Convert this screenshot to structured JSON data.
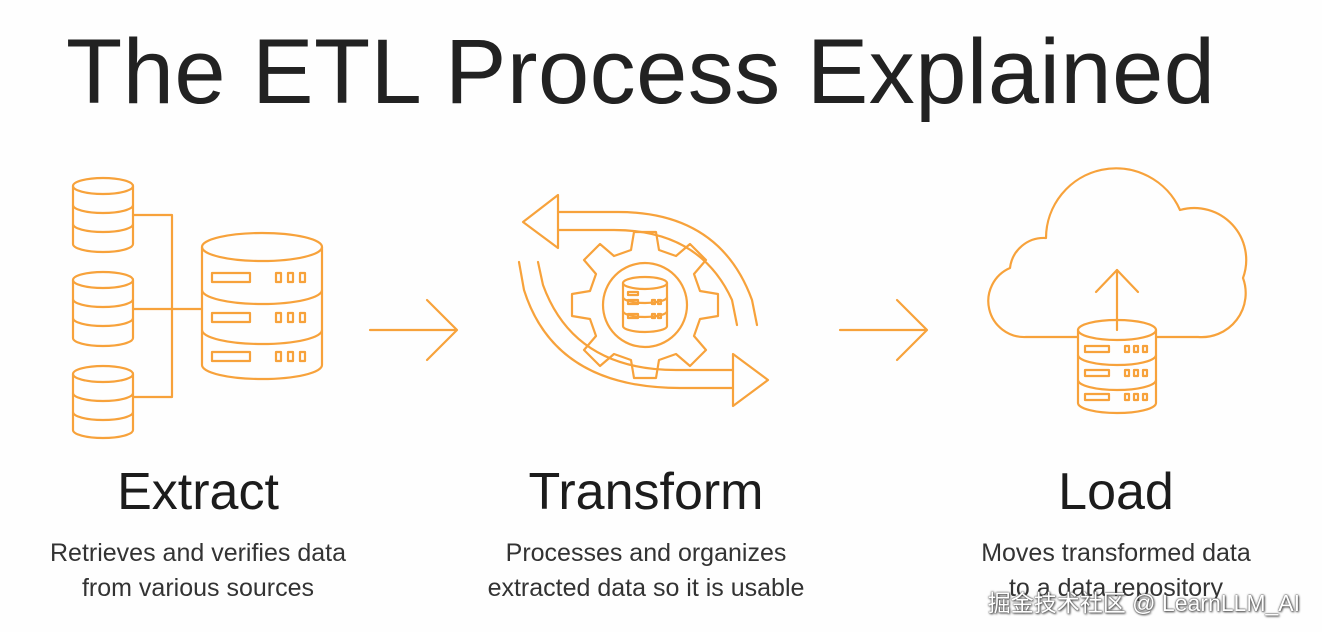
{
  "title": "The ETL Process Explained",
  "accent_color": "#f7a23b",
  "stages": [
    {
      "name": "Extract",
      "description_lines": [
        "Retrieves and verifies data",
        "from various sources"
      ],
      "icon": "database-sources-icon"
    },
    {
      "name": "Transform",
      "description_lines": [
        "Processes and organizes",
        "extracted data so it is usable"
      ],
      "icon": "gear-cycle-icon"
    },
    {
      "name": "Load",
      "description_lines": [
        "Moves transformed data",
        "to a data repository"
      ],
      "icon": "cloud-upload-icon"
    }
  ],
  "connectors": [
    "arrow-right-icon",
    "arrow-right-icon"
  ],
  "watermark": "掘金技术社区 @ LearnLLM_AI"
}
